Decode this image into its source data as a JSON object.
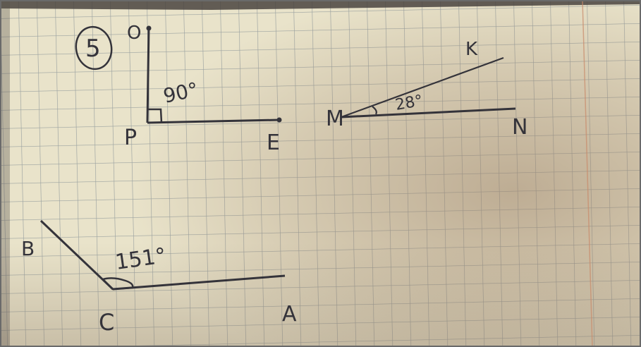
{
  "figure": {
    "exercise_number": "5",
    "right_angle": {
      "vertex_label": "P",
      "ray1_label": "O",
      "ray2_label": "E",
      "measure": "90°"
    },
    "acute_angle": {
      "vertex_label": "M",
      "ray1_label": "K",
      "ray2_label": "N",
      "measure": "28°"
    },
    "obtuse_angle": {
      "vertex_label": "C",
      "ray1_label": "B",
      "ray2_label": "A",
      "measure": "151°"
    }
  },
  "colors": {
    "paper": "#e9e3ca",
    "grid": "#9aa1a0",
    "ink": "#34333a",
    "shadow": "#9a8067",
    "margin_line": "#c98a6a"
  }
}
